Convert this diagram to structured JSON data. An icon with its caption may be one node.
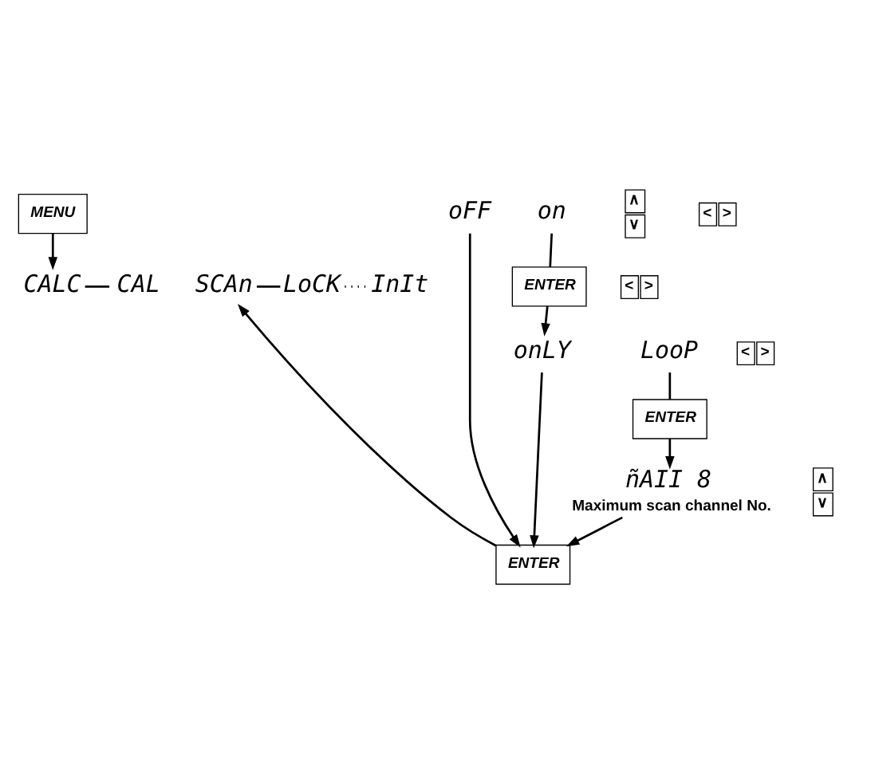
{
  "diagram": {
    "nodes": [
      {
        "text": [
          "MENU"
        ]
      },
      {
        "text": [
          "CALC"
        ]
      },
      {
        "text": [
          "CAL"
        ]
      },
      {
        "text": [
          "SCAn"
        ]
      },
      {
        "text": [
          "LoCK"
        ]
      },
      {
        "text": [
          "InIt"
        ]
      },
      {
        "text": [
          "oFF"
        ]
      },
      {
        "text": [
          "on"
        ]
      },
      {
        "text": [
          "ENTER"
        ]
      },
      {
        "text": [
          "onLY"
        ]
      },
      {
        "text": [
          "LooP"
        ]
      },
      {
        "text": [
          "ENTER"
        ]
      },
      {
        "text": [
          "ñAII 8"
        ],
        "beside": [
          "Maximum scan channel No."
        ]
      },
      {
        "text": [
          "ENTER"
        ]
      }
    ],
    "edges": [
      {
        "from": 0,
        "to": 1,
        "arrow": "to"
      },
      {
        "from": 1,
        "to": 2,
        "arrow": "none"
      },
      {
        "from": 3,
        "to": 4,
        "arrow": "none"
      },
      {
        "from": 4,
        "to": 5,
        "arrow": "none",
        "style": "dashed"
      },
      {
        "from": 13,
        "to": 3,
        "arrow": "to"
      },
      {
        "from": 7,
        "to": 8,
        "arrow": "none"
      },
      {
        "from": 8,
        "to": 9,
        "arrow": "to"
      },
      {
        "from": 10,
        "to": 11,
        "arrow": "none"
      },
      {
        "from": 11,
        "to": 12,
        "arrow": "to"
      },
      {
        "from": 6,
        "to": 13,
        "arrow": "to"
      },
      {
        "from": 9,
        "to": 13,
        "arrow": "to"
      },
      {
        "from": 12,
        "to": 13,
        "arrow": "to"
      }
    ],
    "labels": [
      "<",
      ">",
      "∧",
      "∨",
      "<",
      ">",
      "<",
      ">",
      "∧",
      "∨"
    ]
  }
}
